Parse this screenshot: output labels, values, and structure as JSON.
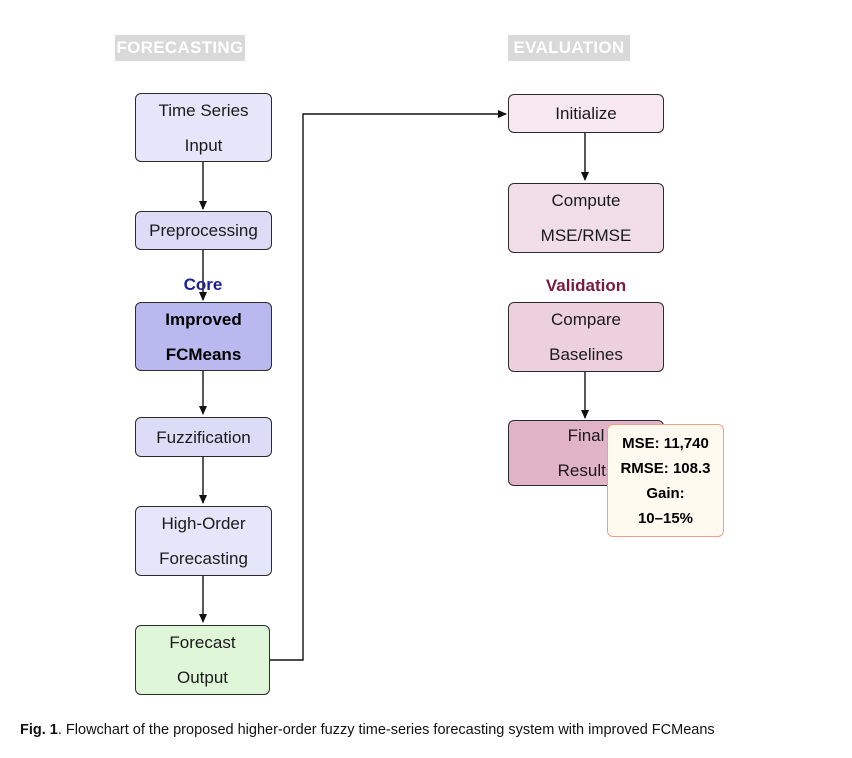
{
  "headers": {
    "left": "FORECASTING",
    "right": "EVALUATION"
  },
  "left_flow": {
    "time_series_input": [
      "Time Series",
      "Input"
    ],
    "preprocessing": "Preprocessing",
    "core_label": "Core",
    "improved_fcmeans": [
      "Improved",
      "FCMeans"
    ],
    "fuzzification": "Fuzzification",
    "high_order_forecasting": [
      "High-Order",
      "Forecasting"
    ],
    "forecast_output": [
      "Forecast",
      "Output"
    ]
  },
  "right_flow": {
    "initialize": "Initialize",
    "compute": [
      "Compute",
      "MSE/RMSE"
    ],
    "validation_label": "Validation",
    "compare": [
      "Compare",
      "Baselines"
    ],
    "final": [
      "Final",
      "Results"
    ]
  },
  "metrics": {
    "mse": "MSE: 11,740",
    "rmse": "RMSE: 108.3",
    "gain_label": "Gain:",
    "gain_value": "10–15%"
  },
  "caption": {
    "label": "Fig. 1",
    "text": ". Flowchart of the proposed higher-order fuzzy time-series forecasting system with improved FCMeans"
  },
  "colors": {
    "header_bg": "#d9d9d9",
    "lavender_node": "#e6e6fb",
    "lavender_node_2": "#dcdcf7",
    "core_node": "#b9b9f0",
    "output_node": "#dff7d8",
    "pink_1": "#f6e8ee",
    "pink_2": "#f0dde6",
    "pink_3": "#ecd0dd",
    "pink_4": "#e1b3c6",
    "core_label": "#1e1e9a",
    "validation_label": "#7a1c3c",
    "metrics_border": "#f0a08a",
    "metrics_bg": "#fffaf0"
  }
}
